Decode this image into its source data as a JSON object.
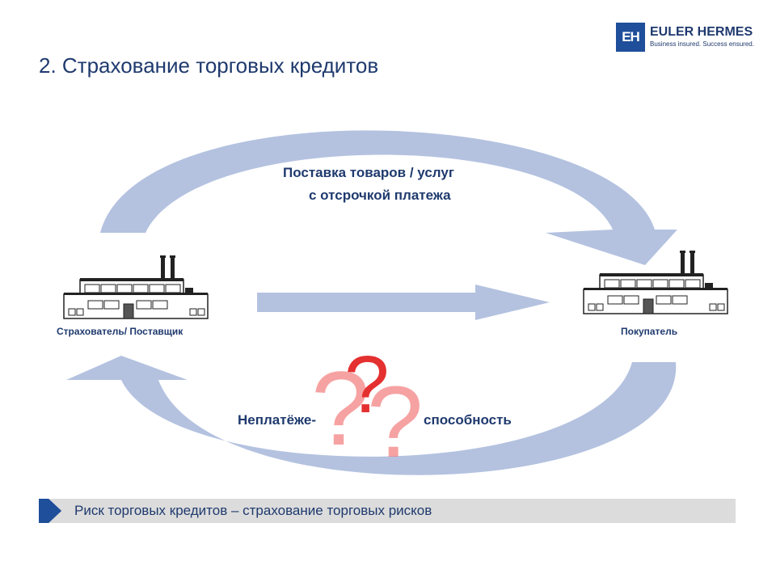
{
  "header": {
    "title": "2. Страхование торговых кредитов",
    "logo_mark": "EH",
    "logo_name": "EULER HERMES",
    "logo_tagline": "Business insured. Success ensured."
  },
  "diagram": {
    "flow_label_line1": "Поставка товаров / услуг",
    "flow_label_line2": "с отсрочкой платежа",
    "supplier_label": "Страхователь/ Поставщик",
    "buyer_label": "Покупатель",
    "nonpayment_left": "Неплатёже-",
    "nonpayment_right": "способность",
    "question_mark": "?"
  },
  "footer": {
    "banner_text": "Риск торговых кредитов – страхование торговых рисков"
  },
  "colors": {
    "title": "#1f3a6e",
    "arrow": "#b4c2e0",
    "question": "#e53030",
    "banner": "#dcdcdc",
    "logo": "#1f4e9a"
  }
}
